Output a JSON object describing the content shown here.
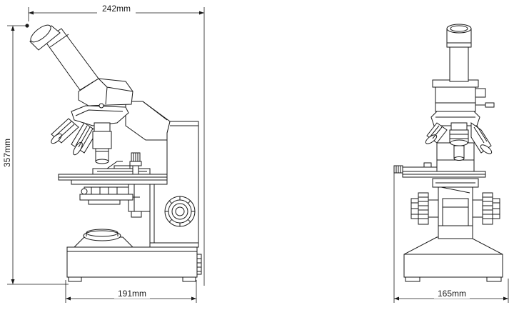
{
  "dimensions": {
    "width_side": "242mm",
    "height_side": "357mm",
    "base_depth_side": "191mm",
    "base_width_front": "165mm"
  },
  "colors": {
    "line": "#1a1a1a",
    "background": "#ffffff"
  }
}
